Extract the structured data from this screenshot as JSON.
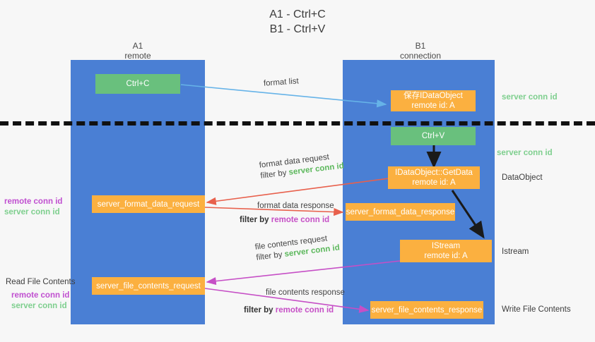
{
  "title": {
    "line1": "A1 - Ctrl+C",
    "line2": "B1 - Ctrl+V"
  },
  "lanes": [
    {
      "id": "a1",
      "name": "A1",
      "sub": "remote",
      "color": "#4a7fd4"
    },
    {
      "id": "b1",
      "name": "B1",
      "sub": "connection",
      "color": "#4a7fd4"
    }
  ],
  "nodes": {
    "ctrl_c": {
      "label": "Ctrl+C",
      "color": "#69c07d"
    },
    "save_idataobject": {
      "label": "保存IDataObject",
      "sub": "remote id: A",
      "color": "#fbb040"
    },
    "ctrl_v": {
      "label": "Ctrl+V",
      "color": "#69c07d"
    },
    "getdata": {
      "label": "IDataObject::GetData",
      "sub": "remote id: A",
      "color": "#fbb040"
    },
    "server_format_data_request": {
      "label": "server_format_data_request",
      "color": "#fbb040"
    },
    "server_format_data_response": {
      "label": "server_format_data_response",
      "color": "#fbb040"
    },
    "istream": {
      "label": "IStream",
      "sub": "remote id: A",
      "color": "#fbb040"
    },
    "server_file_contents_request": {
      "label": "server_file_contents_request",
      "color": "#fbb040"
    },
    "server_file_contents_response": {
      "label": "server_file_contents_response",
      "color": "#fbb040"
    }
  },
  "edge_labels": {
    "format_list": "format list",
    "format_data_request": "format data request",
    "format_data_request_filter_pre": "filter by ",
    "format_data_request_filter_key": "server conn id",
    "format_data_response": "format data response",
    "format_data_response_filter_pre": "filter by ",
    "format_data_response_filter_key": "remote conn id",
    "file_contents_request": "file contents request",
    "file_contents_request_filter_pre": "filter by ",
    "file_contents_request_filter_key": "server conn id",
    "file_contents_response": "file contents response",
    "file_contents_response_filter_pre": "filter by ",
    "file_contents_response_filter_key": "remote conn id"
  },
  "right_labels": {
    "server_conn_id_top": "server conn id",
    "server_conn_id_mid": "server conn id",
    "dataobject": "DataObject",
    "istream": "Istream",
    "write_file_contents": "Write File Contents"
  },
  "left_labels": {
    "pair1_remote": "remote conn id",
    "pair1_server": "server conn id",
    "read_file_contents": "Read File Contents",
    "pair2_remote": "remote conn id",
    "pair2_server": "server conn id"
  },
  "colors": {
    "lane": "#4a7fd4",
    "green_node": "#69c07d",
    "orange_node": "#fbb040",
    "arrow_blue": "#66b3e8",
    "arrow_red": "#e8604c",
    "arrow_magenta": "#c64fc6",
    "arrow_black": "#1a1a1a",
    "separator": "#111111",
    "green_text": "#7ecf8e",
    "magenta_text": "#c050d0"
  }
}
